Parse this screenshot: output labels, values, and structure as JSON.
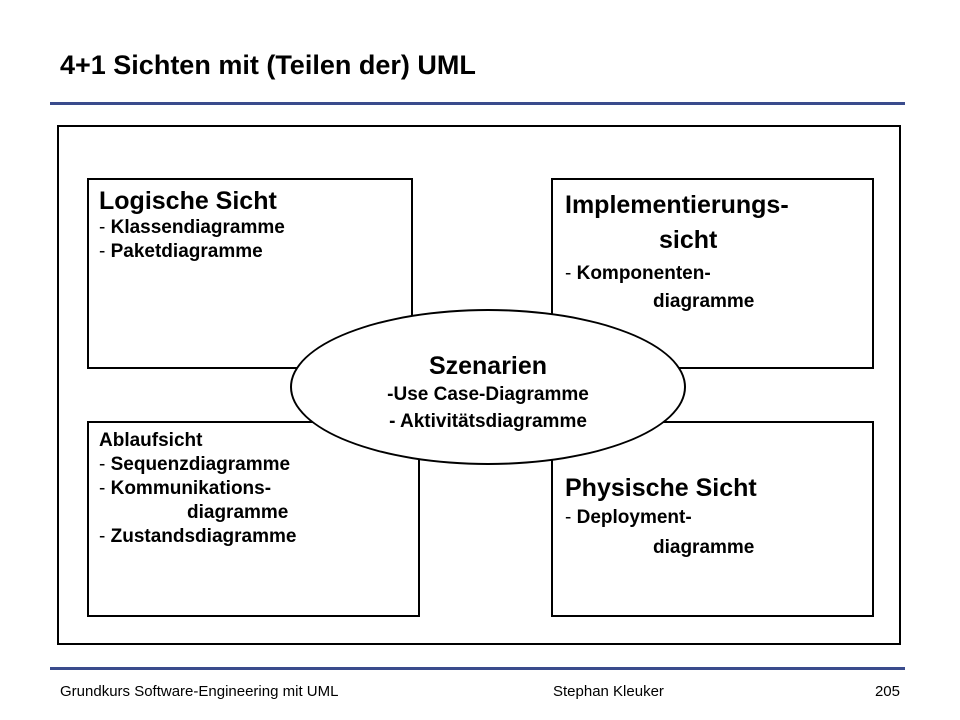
{
  "title": "4+1 Sichten mit (Teilen der) UML",
  "logical": {
    "heading": "Logische Sicht",
    "items": [
      {
        "dash": "- ",
        "text": "Klassendiagramme"
      },
      {
        "dash": "- ",
        "text": "Paketdiagramme"
      }
    ]
  },
  "implementation": {
    "heading_line1": "Implementierungs-",
    "heading_line2": "sicht",
    "item_dash": "- ",
    "item_line1": "Komponenten-",
    "item_line2": "diagramme"
  },
  "process": {
    "heading": "Ablaufsicht",
    "items": [
      {
        "dash": "- ",
        "text": "Sequenzdiagramme"
      },
      {
        "dash": "- ",
        "text": "Kommunikations-"
      },
      {
        "dash": "",
        "text": "diagramme"
      },
      {
        "dash": "- ",
        "text": "Zustandsdiagramme"
      }
    ]
  },
  "physical": {
    "heading": "Physische Sicht",
    "item_dash": "- ",
    "item_line1": "Deployment-",
    "item_line2": "diagramme"
  },
  "scenarios": {
    "heading": "Szenarien",
    "items": [
      {
        "dash": "-",
        "text": "Use Case-Diagramme"
      },
      {
        "dash": "- ",
        "text": "Aktivitätsdiagramme"
      }
    ]
  },
  "footer": {
    "left": "Grundkurs Software-Engineering mit UML",
    "center": "Stephan Kleuker",
    "page": "205"
  }
}
